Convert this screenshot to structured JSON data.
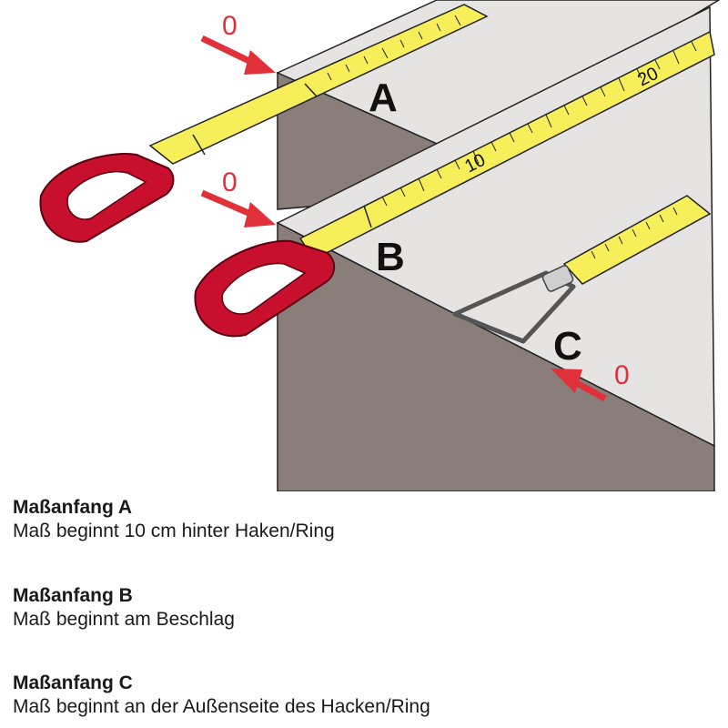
{
  "illustration": {
    "labels": {
      "a": "A",
      "b": "B",
      "c": "C"
    },
    "zero_marks": {
      "a": "0",
      "b": "0",
      "c": "0"
    },
    "scale_numbers": {
      "tape_b_10": "10",
      "tape_b_20": "20"
    },
    "colors": {
      "tape": "#f7ef5a",
      "handle": "#c8102e",
      "slab_top": "#e6e4e2",
      "slab_side": "#8a7e7b",
      "arrow": "#e0303a"
    }
  },
  "legend": [
    {
      "title": "Maßanfang A",
      "desc": "Maß beginnt 10 cm hinter Haken/Ring"
    },
    {
      "title": "Maßanfang B",
      "desc": "Maß beginnt am Beschlag"
    },
    {
      "title": "Maßanfang C",
      "desc": "Maß beginnt an der Außenseite des Hacken/Ring"
    }
  ]
}
